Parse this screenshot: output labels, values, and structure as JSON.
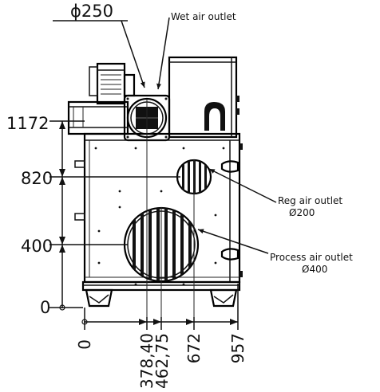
{
  "diagram": {
    "top_label": "ϕ250",
    "callouts": {
      "wet_air": "Wet air outlet",
      "reg_air": "Reg air outlet",
      "reg_air_diameter": "Ø200",
      "process_air": "Process air outlet",
      "process_air_diameter": "Ø400"
    },
    "vertical_dimensions": [
      "1172",
      "820",
      "400",
      "0"
    ],
    "horizontal_dimensions": [
      "0",
      "378,40",
      "462,75",
      "672",
      "957"
    ]
  }
}
